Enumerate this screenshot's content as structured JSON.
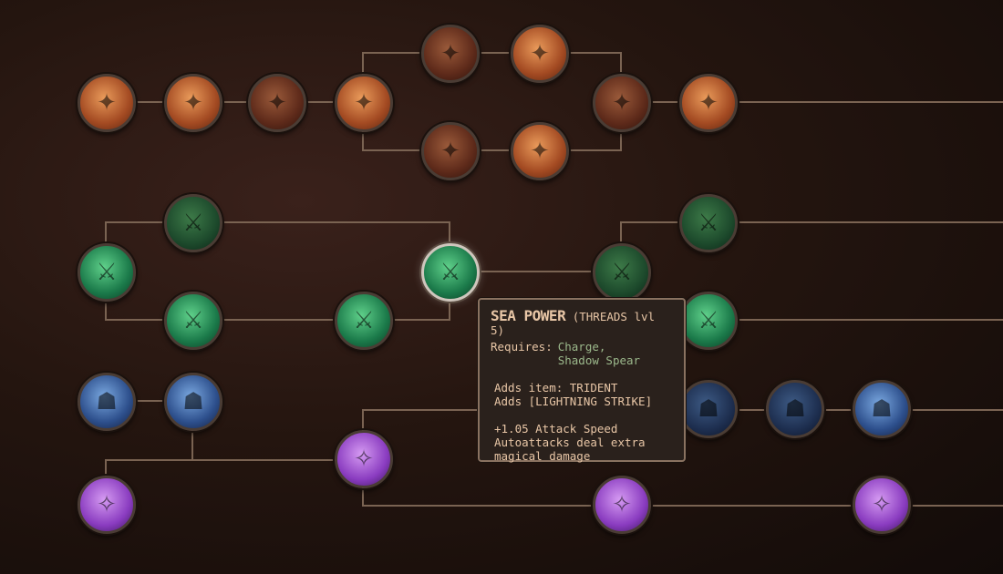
{
  "tree": {
    "nodes": [
      {
        "id": "o1",
        "theme": "orange",
        "icon": "armored-warrior-icon"
      },
      {
        "id": "o2",
        "theme": "orange",
        "icon": "grinning-face-icon"
      },
      {
        "id": "o3",
        "theme": "orange",
        "icon": "slash-claws-icon",
        "dim": true
      },
      {
        "id": "o4",
        "theme": "orange",
        "icon": "dagger-icon"
      },
      {
        "id": "o5",
        "theme": "orange",
        "icon": "fist-icon",
        "dim": true
      },
      {
        "id": "o6",
        "theme": "orange",
        "icon": "ninja-icon"
      },
      {
        "id": "o7",
        "theme": "orange",
        "icon": "card-icon",
        "dim": true
      },
      {
        "id": "o8",
        "theme": "orange",
        "icon": "sunburst-blade-icon"
      },
      {
        "id": "o9",
        "theme": "orange",
        "icon": "dual-blades-icon",
        "dim": true
      },
      {
        "id": "o10",
        "theme": "orange",
        "icon": "fire-slash-icon"
      },
      {
        "id": "g1",
        "theme": "green",
        "icon": "knight-icon"
      },
      {
        "id": "g2",
        "theme": "green",
        "icon": "triangle-aura-icon",
        "dim": true
      },
      {
        "id": "g3",
        "theme": "green",
        "icon": "spear-icon"
      },
      {
        "id": "g4",
        "theme": "green",
        "icon": "shadow-spear-icon"
      },
      {
        "id": "g5",
        "theme": "green",
        "icon": "trident-icon",
        "highlighted": true
      },
      {
        "id": "g6",
        "theme": "green",
        "icon": "lightning-strike-icon",
        "dim": true
      },
      {
        "id": "g7",
        "theme": "green",
        "icon": "shadow-figure-icon",
        "dim": true
      },
      {
        "id": "g8",
        "theme": "green",
        "icon": "vines-icon"
      },
      {
        "id": "b1",
        "theme": "blue",
        "icon": "dark-knight-icon"
      },
      {
        "id": "b2",
        "theme": "blue",
        "icon": "claw-strike-icon"
      },
      {
        "id": "b3",
        "theme": "blue",
        "icon": "beast-face-icon",
        "dim": true
      },
      {
        "id": "b4",
        "theme": "blue",
        "icon": "fanged-maw-icon",
        "dim": true
      },
      {
        "id": "b5",
        "theme": "blue",
        "icon": "kneeling-figure-icon"
      },
      {
        "id": "p1",
        "theme": "purple",
        "icon": "ghost-mask-icon"
      },
      {
        "id": "p2",
        "theme": "purple",
        "icon": "spell-card-icon"
      },
      {
        "id": "p3",
        "theme": "purple",
        "icon": "summoner-icon"
      },
      {
        "id": "p4",
        "theme": "purple",
        "icon": "barbed-wire-icon"
      }
    ]
  },
  "tooltip": {
    "title": "SEA POWER",
    "subtitle": "(THREADS lvl 5)",
    "requires_label": "Requires:",
    "requires": [
      "Charge,",
      "Shadow Spear"
    ],
    "adds_item": "Adds item: TRIDENT",
    "adds_skill": "Adds [LIGHTNING STRIKE]",
    "stat": "+1.05 Attack Speed",
    "effect_line1": "Autoattacks deal extra",
    "effect_line2": "magical damage"
  },
  "colors": {
    "line": "#7a6352",
    "tooltip_text": "#e8c6a6",
    "requires_text": "#9cb98c"
  }
}
